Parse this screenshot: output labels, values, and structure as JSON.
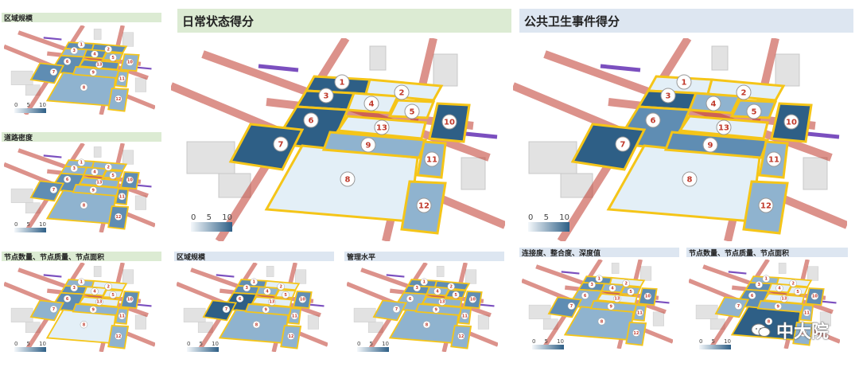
{
  "small_panels": {
    "top_left": {
      "title": "区域规模"
    },
    "mid_left": {
      "title": "道路密度"
    },
    "bottom_1": {
      "title": "节点数量、节点质量、节点面积"
    },
    "bottom_2": {
      "title": "区域规模"
    },
    "bottom_3": {
      "title": "管理水平"
    },
    "bottom_4": {
      "title": "连接度、整合度、深度值"
    },
    "bottom_5": {
      "title": "节点数量、节点质量、节点面积"
    }
  },
  "main_panels": {
    "daily": {
      "title": "日常状态得分"
    },
    "public_health": {
      "title": "公共卫生事件得分"
    }
  },
  "block_labels": [
    "1",
    "2",
    "3",
    "4",
    "5",
    "6",
    "7",
    "8",
    "9",
    "10",
    "11",
    "12",
    "13"
  ],
  "legend": {
    "min": "0",
    "mid": "5",
    "max": "10"
  },
  "watermark": {
    "text": "中大院"
  },
  "colors": {
    "dark_blue": "#2e5f86",
    "mid_blue": "#8fb3cf",
    "light_blue": "#e3eff7",
    "outline": "#f5c518",
    "road": "#c0392b"
  }
}
